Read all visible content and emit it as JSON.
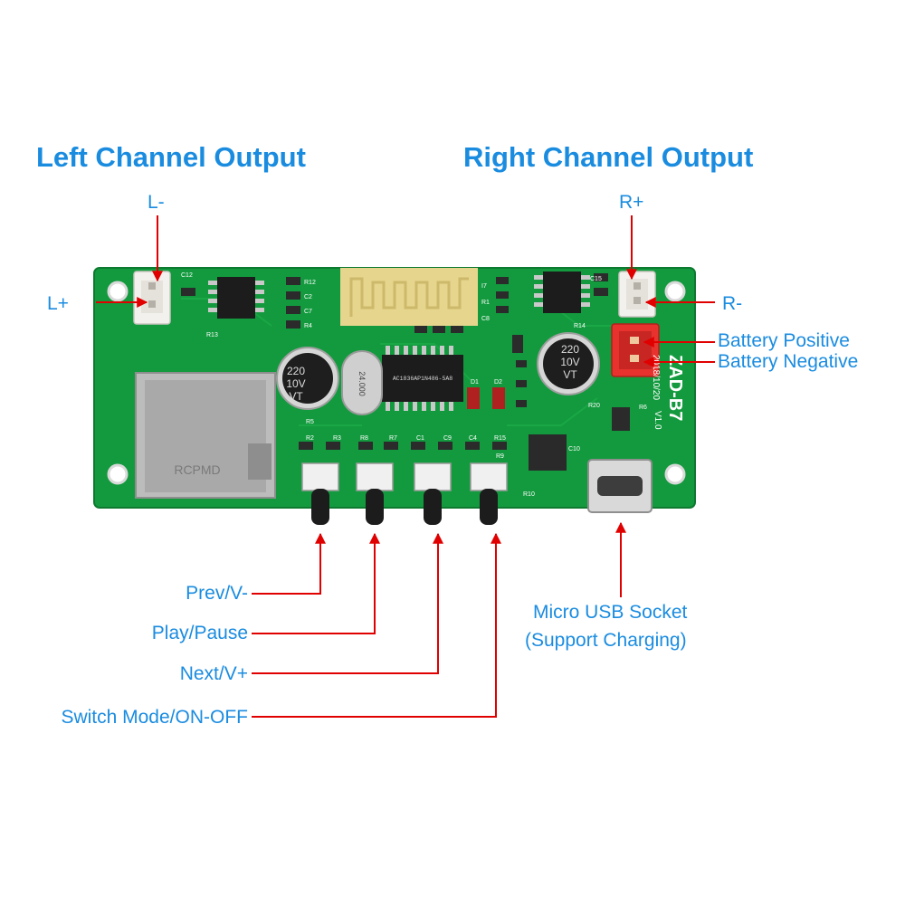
{
  "colors": {
    "label_blue": "#1a8ce0",
    "arrow_red": "#e00000",
    "pcb_green": "#139a3e",
    "header_white": "#f3f1ee",
    "battery_connector_red": "#e8322d",
    "bluetooth_antenna_gold": "#e6d58d"
  },
  "headings": {
    "left_channel": "Left Channel Output",
    "right_channel": "Right Channel Output"
  },
  "pins": {
    "l_minus": "L-",
    "l_plus": "L+",
    "r_plus": "R+",
    "r_minus": "R-"
  },
  "battery": {
    "positive": "Battery Positive",
    "negative": "Battery Negative"
  },
  "buttons": {
    "prev": "Prev/V-",
    "play": "Play/Pause",
    "next": "Next/V+",
    "switch": "Switch Mode/ON-OFF"
  },
  "usb": {
    "line1": "Micro USB Socket",
    "line2": "(Support Charging)"
  },
  "board_print": {
    "model": "ZAD-B7",
    "date": "2018/10/20",
    "version": "V1.0",
    "cap_left": [
      "220",
      "10V",
      "VT"
    ],
    "cap_right": [
      "220",
      "10V",
      "VT"
    ],
    "crystal": "24.000",
    "chip_line1": "AC1836AP1N486-5A8",
    "sd_slot_text": "RCPMD",
    "ref_designators": [
      "C12",
      "R12",
      "C2",
      "C7",
      "R4",
      "R13",
      "R5",
      "R2",
      "R3",
      "R8",
      "R7",
      "C1",
      "C9",
      "C4",
      "R15",
      "R9",
      "D1",
      "D2",
      "C15",
      "R14",
      "R1",
      "C8",
      "R20",
      "R10",
      "C10",
      "R6",
      "I7"
    ]
  }
}
